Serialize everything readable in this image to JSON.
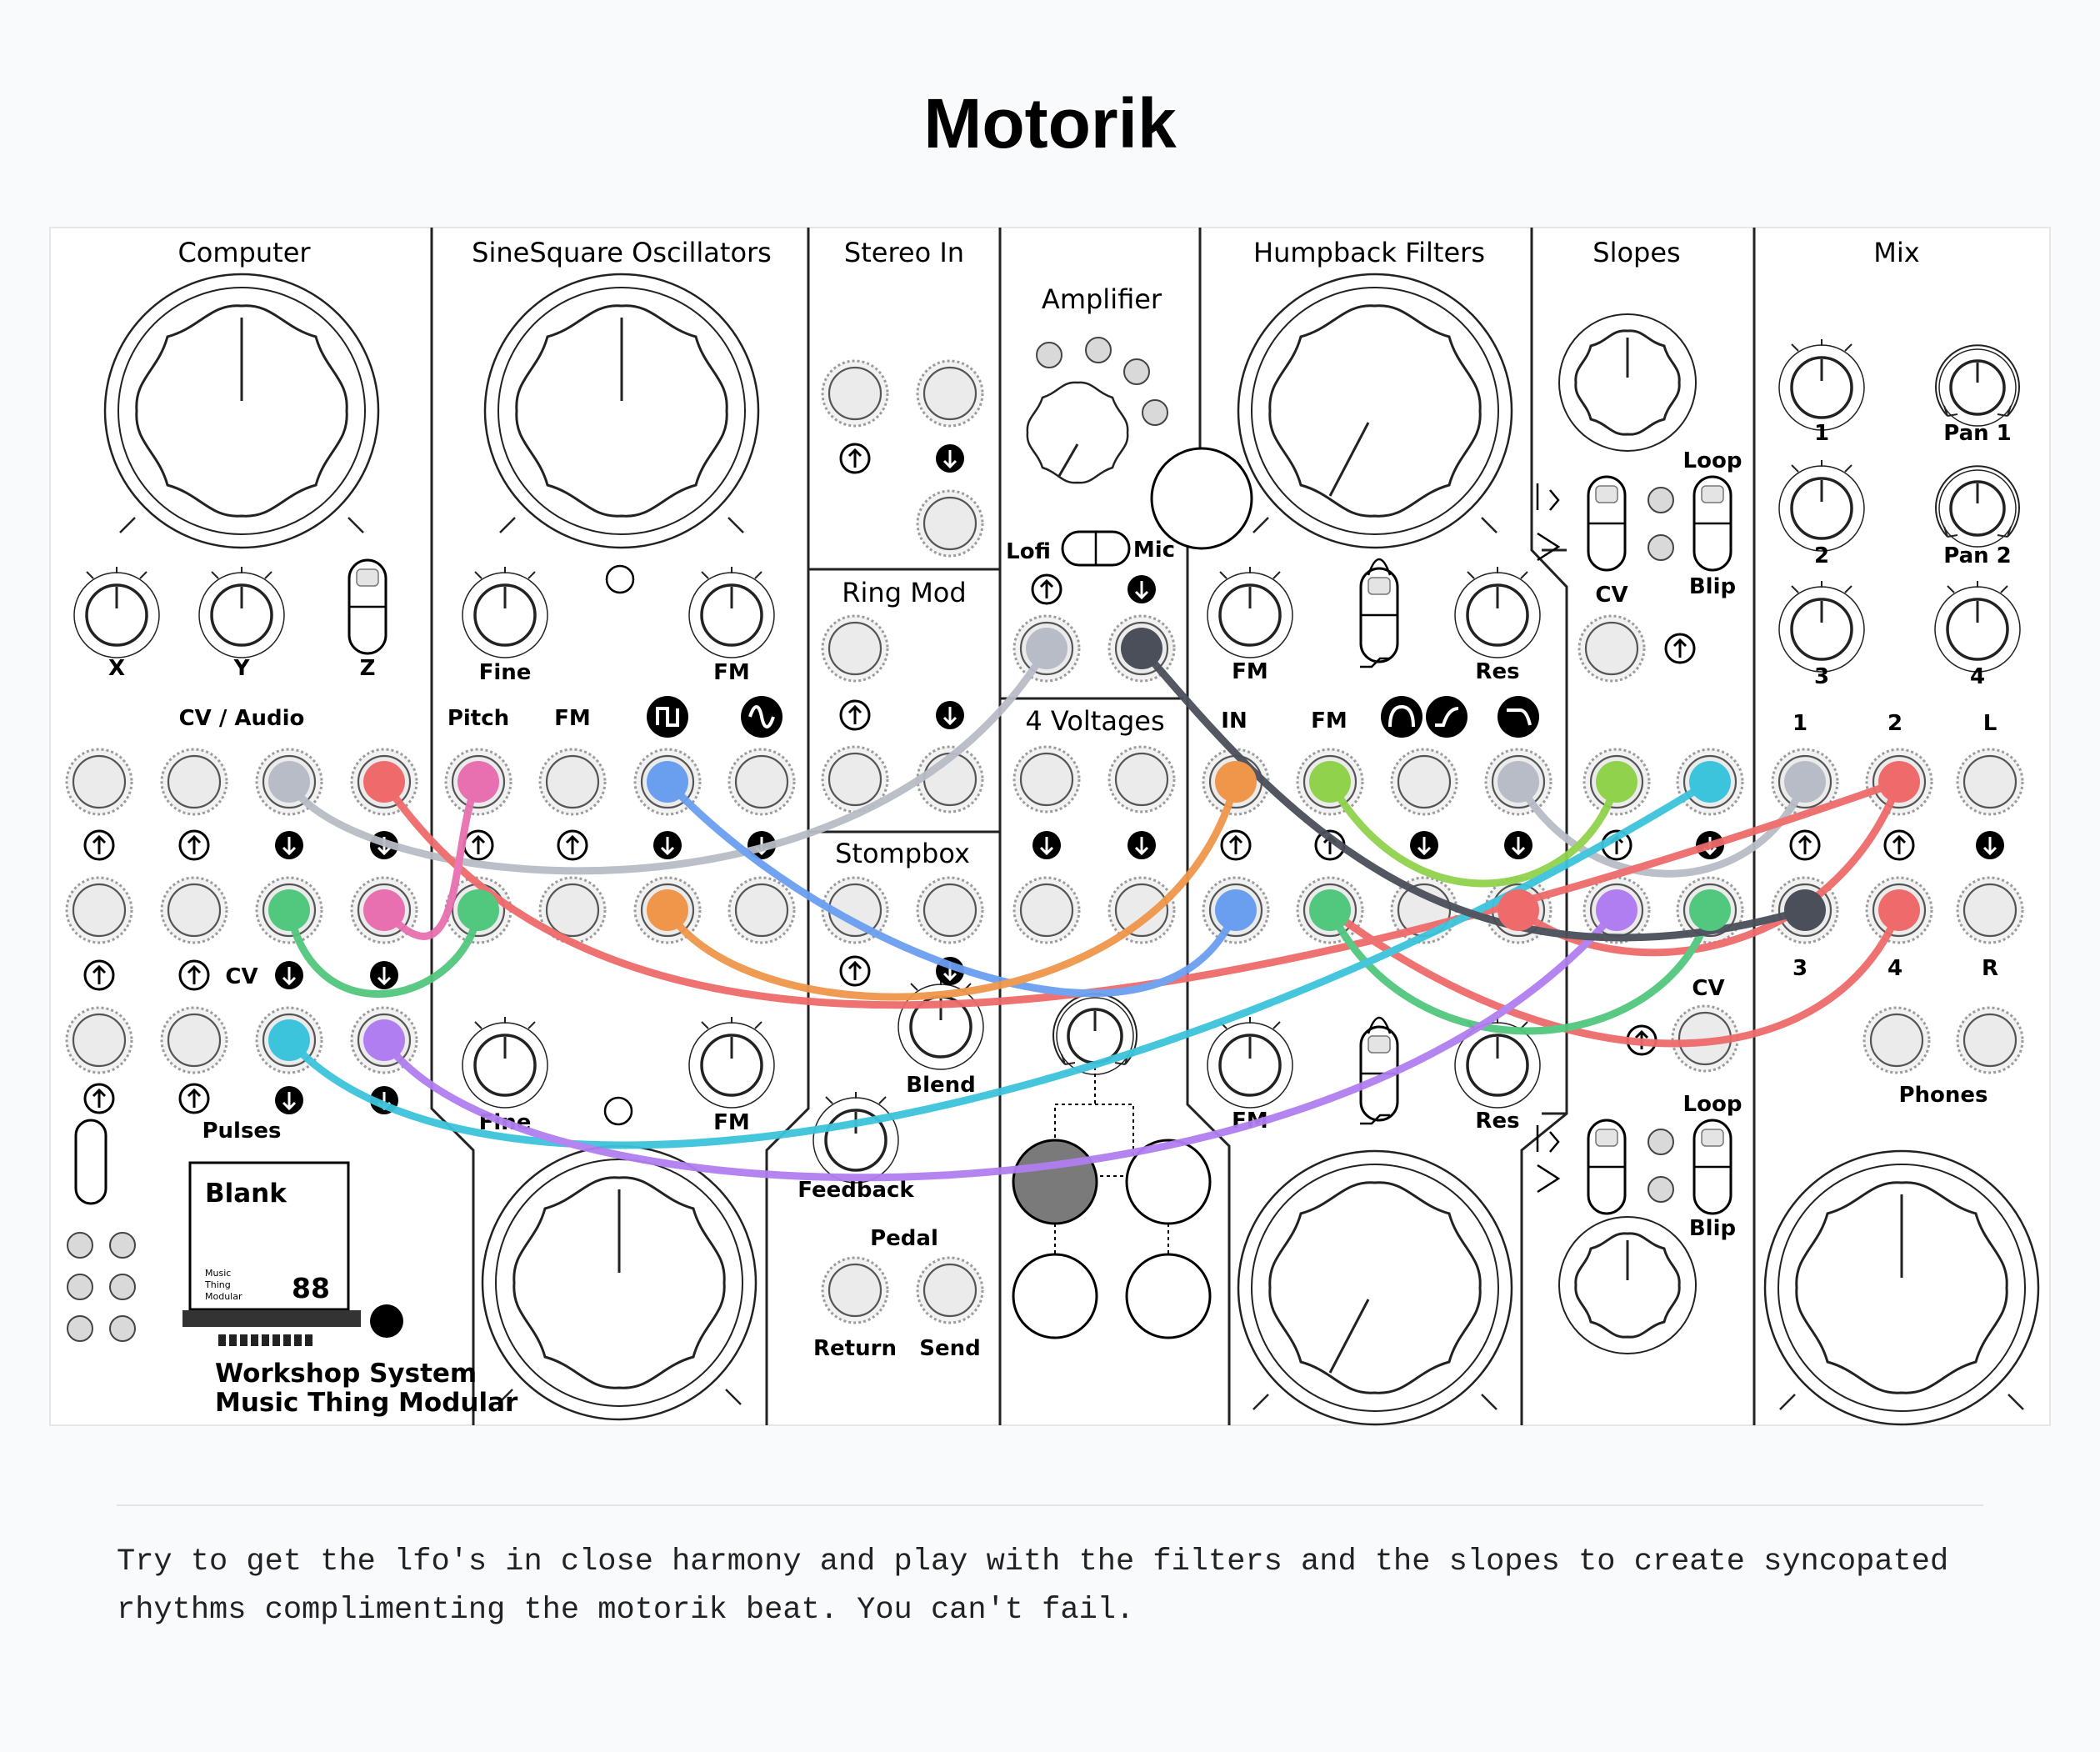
{
  "title": "Motorik",
  "description": "Try to get the lfo's in close harmony and play with the filters and the slopes to create syncopated rhythms complimenting the motorik beat. You can't fail.",
  "colors": {
    "panel": "#ffffff",
    "jack": "#ebebeb",
    "cable_gray": "#b8bcc6",
    "cable_red": "#ef6b6b",
    "cable_pink": "#e870b0",
    "cable_blue": "#6a9ff0",
    "cable_orange": "#f0964a",
    "cable_green": "#52c77e",
    "cable_lime": "#90d24c",
    "cable_cyan": "#3cc4dc",
    "cable_purple": "#b07ef0",
    "cable_dark": "#4a4f5a"
  },
  "modules": {
    "computer": {
      "title": "Computer",
      "knob_x": "X",
      "knob_y": "Y",
      "switch_z": "Z",
      "cv_audio": "CV / Audio",
      "cv": "CV",
      "pulses": "Pulses",
      "card_title": "Blank",
      "card_brand": [
        "Music",
        "Thing",
        "Modular"
      ],
      "card_number": "88"
    },
    "oscillators": {
      "title": "SineSquare Oscillators",
      "fine": "Fine",
      "fm": "FM",
      "pitch": "Pitch",
      "fm_in": "FM",
      "square_icon": "square-wave-icon",
      "sine_icon": "sine-wave-icon"
    },
    "stereo_in": {
      "title": "Stereo In"
    },
    "ring_mod": {
      "title": "Ring Mod"
    },
    "stompbox": {
      "title": "Stompbox",
      "blend": "Blend",
      "feedback": "Feedback",
      "pedal": "Pedal",
      "return": "Return",
      "send": "Send"
    },
    "amplifier": {
      "title": "Amplifier",
      "lofi": "Lofi",
      "mic": "Mic"
    },
    "voltages": {
      "title": "4 Voltages"
    },
    "filters": {
      "title": "Humpback Filters",
      "fm": "FM",
      "res": "Res",
      "in": "IN",
      "fm_in": "FM"
    },
    "slopes": {
      "title": "Slopes",
      "loop": "Loop",
      "blip": "Blip",
      "cv": "CV"
    },
    "mix": {
      "title": "Mix",
      "ch1": "1",
      "ch2": "2",
      "ch3": "3",
      "ch4": "4",
      "pan1": "Pan 1",
      "pan2": "Pan 2",
      "l": "L",
      "r": "R",
      "phones": "Phones"
    }
  },
  "footer": {
    "line1": "Workshop System",
    "line2": "Music Thing Modular"
  }
}
